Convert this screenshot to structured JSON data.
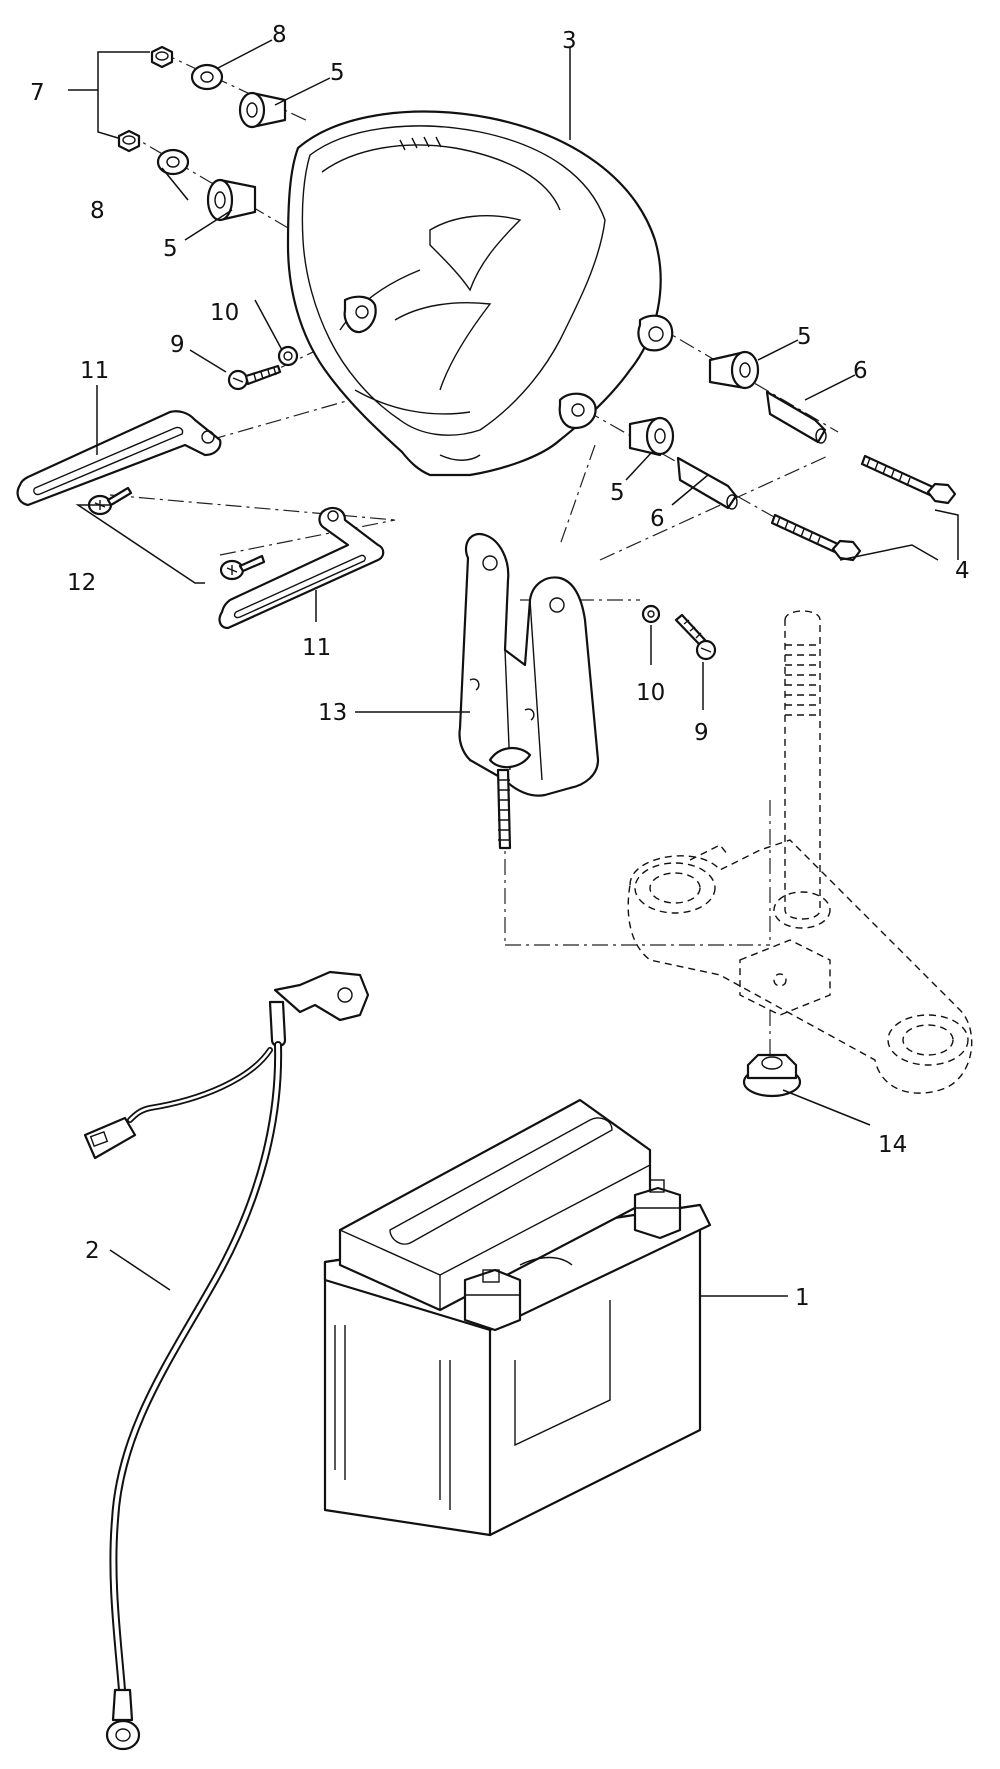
{
  "diagram": {
    "callouts": [
      {
        "id": "c1",
        "label": "1"
      },
      {
        "id": "c2",
        "label": "2"
      },
      {
        "id": "c3",
        "label": "3"
      },
      {
        "id": "c4",
        "label": "4"
      },
      {
        "id": "c5a",
        "label": "5"
      },
      {
        "id": "c5b",
        "label": "5"
      },
      {
        "id": "c5c",
        "label": "5"
      },
      {
        "id": "c5d",
        "label": "5"
      },
      {
        "id": "c6a",
        "label": "6"
      },
      {
        "id": "c6b",
        "label": "6"
      },
      {
        "id": "c7",
        "label": "7"
      },
      {
        "id": "c8a",
        "label": "8"
      },
      {
        "id": "c8b",
        "label": "8"
      },
      {
        "id": "c9a",
        "label": "9"
      },
      {
        "id": "c9b",
        "label": "9"
      },
      {
        "id": "c10a",
        "label": "10"
      },
      {
        "id": "c10b",
        "label": "10"
      },
      {
        "id": "c11a",
        "label": "11"
      },
      {
        "id": "c11b",
        "label": "11"
      },
      {
        "id": "c12",
        "label": "12"
      },
      {
        "id": "c13",
        "label": "13"
      },
      {
        "id": "c14",
        "label": "14"
      }
    ]
  }
}
